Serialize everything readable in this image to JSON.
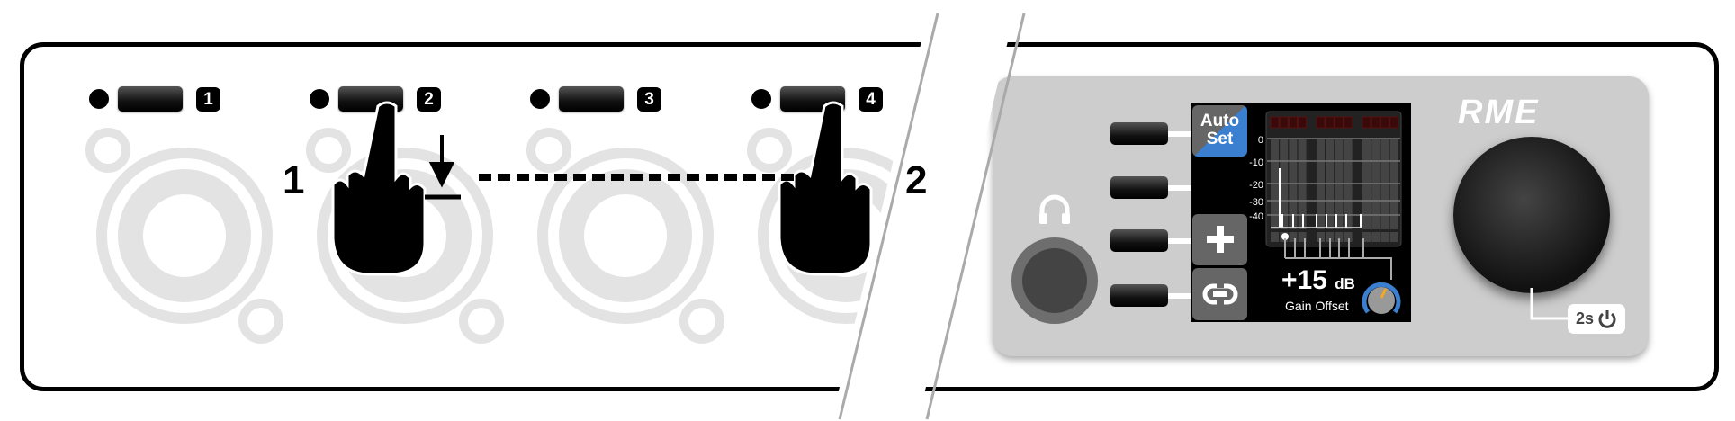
{
  "channels": [
    {
      "number": "1"
    },
    {
      "number": "2"
    },
    {
      "number": "3"
    },
    {
      "number": "4"
    }
  ],
  "steps": {
    "first": "1",
    "second": "2"
  },
  "display": {
    "auto_set_label_1": "Auto",
    "auto_set_label_2": "Set",
    "meter_scale": [
      "0",
      "-10",
      "-20",
      "-30",
      "-40"
    ],
    "gain_value": "+15",
    "gain_unit": "dB",
    "gain_label": "Gain Offset"
  },
  "brand": "RME",
  "power_hint": "2s",
  "colors": {
    "accent": "#3a7fd0",
    "knob_indicator": "#f5a623",
    "panel": "#cdcdcd"
  },
  "icons": [
    "headphones-icon",
    "plus-icon",
    "link-icon",
    "power-icon",
    "hand-pointer-icon",
    "arrow-down-icon"
  ]
}
